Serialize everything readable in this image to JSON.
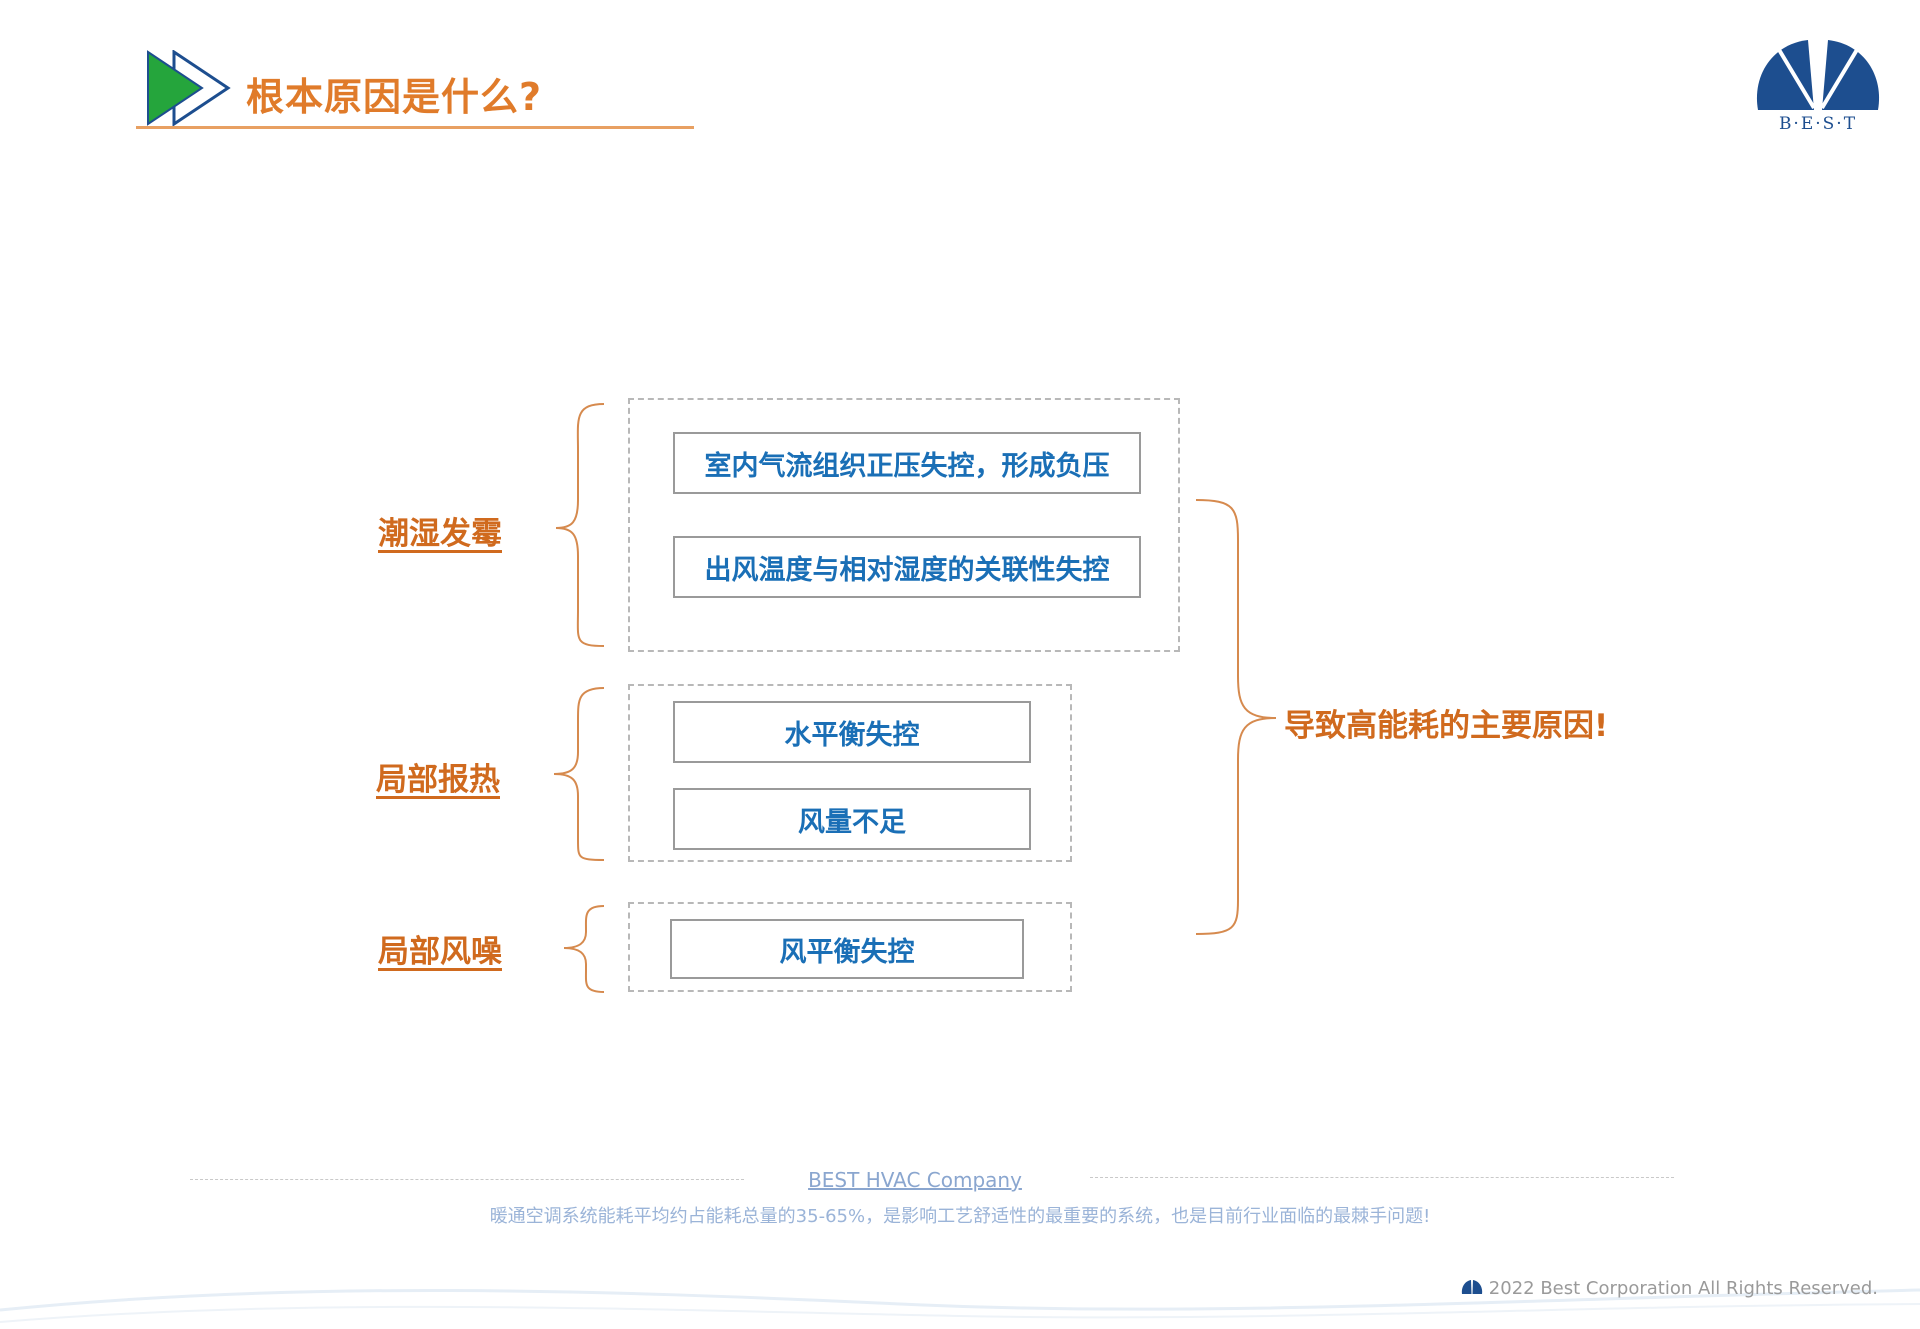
{
  "header": {
    "title": "根本原因是什么?",
    "accent_color": "#E07B2A"
  },
  "logo": {
    "text": "B·E·S·T",
    "color": "#1D4E8F"
  },
  "diagram": {
    "groups": [
      {
        "symptom": "潮湿发霉",
        "causes": [
          "室内气流组织正压失控，形成负压",
          "出风温度与相对湿度的关联性失控"
        ]
      },
      {
        "symptom": "局部报热",
        "causes": [
          "水平衡失控",
          "风量不足"
        ]
      },
      {
        "symptom": "局部风噪",
        "causes": [
          "风平衡失控"
        ]
      }
    ],
    "conclusion": "导致高能耗的主要原因!",
    "cause_color": "#1A6FB6",
    "symptom_color": "#D06A1E"
  },
  "footer": {
    "company": "BEST  HVAC Company",
    "description": "暖通空调系统能耗平均约占能耗总量的35-65%，是影响工艺舒适性的最重要的系统，也是目前行业面临的最棘手问题!",
    "copyright": "2022 Best Corporation All Rights Reserved."
  }
}
